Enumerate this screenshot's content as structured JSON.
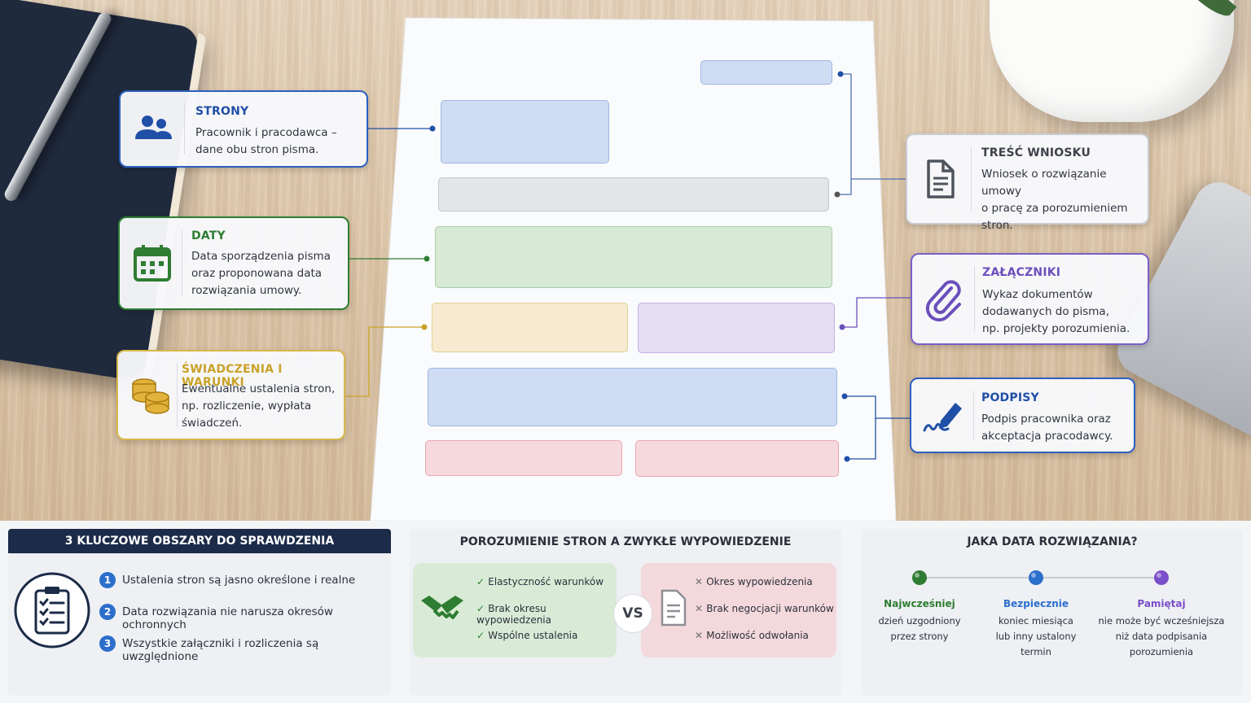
{
  "cards": {
    "strony": {
      "title": "STRONY",
      "desc": [
        "Pracownik i pracodawca –",
        "dane obu stron pisma."
      ],
      "color": "#1f4fa6",
      "icon": "people-icon"
    },
    "daty": {
      "title": "DATY",
      "desc": [
        "Data sporządzenia pisma",
        "oraz proponowana data",
        "rozwiązania umowy."
      ],
      "color": "#2e7d32",
      "icon": "calendar-icon"
    },
    "swiadczenia": {
      "title": "ŚWIADCZENIA I WARUNKI",
      "desc": [
        "Ewentualne ustalenia stron,",
        "np. rozliczenie, wypłata",
        "świadczeń."
      ],
      "color": "#c9a227",
      "icon": "coins-icon"
    },
    "tresc": {
      "title": "TREŚĆ WNIOSKU",
      "desc": [
        "Wniosek o rozwiązanie umowy",
        "o pracę za porozumieniem",
        "stron."
      ],
      "color": "#5a5f68",
      "icon": "document-icon"
    },
    "zalaczniki": {
      "title": "ZAŁĄCZNIKI",
      "desc": [
        "Wykaz dokumentów",
        "dodawanych do pisma,",
        "np. projekty porozumienia."
      ],
      "color": "#6b4fbb",
      "icon": "paperclip-icon"
    },
    "podpisy": {
      "title": "PODPISY",
      "desc": [
        "Podpis pracownika oraz",
        "akceptacja pracodawcy."
      ],
      "color": "#1f4fa6",
      "icon": "signature-icon"
    }
  },
  "checklist": {
    "title": "3 KLUCZOWE OBSZARY DO SPRAWDZENIA",
    "icon": "clipboard-checklist-icon",
    "items": [
      {
        "num": "1",
        "text": "Ustalenia stron są jasno określone i realne"
      },
      {
        "num": "2",
        "text": "Data rozwiązania nie narusza okresów ochronnych"
      },
      {
        "num": "3",
        "text": "Wszystkie załączniki i rozliczenia są uwzględnione"
      }
    ]
  },
  "comparison": {
    "title": "POROZUMIENIE STRON A ZWYKŁE WYPOWIEDZENIE",
    "vs": "VS",
    "left": {
      "icon": "handshake-icon",
      "items": [
        "Elastyczność warunków",
        "Brak okresu wypowiedzenia",
        "Wspólne ustalenia"
      ]
    },
    "right": {
      "icon": "document-icon",
      "items": [
        "Okres wypowiedzenia",
        "Brak negocjacji warunków",
        "Możliwość odwołania"
      ]
    }
  },
  "timeline": {
    "title": "JAKA DATA ROZWIĄZANIA?",
    "points": [
      {
        "label": "Najwcześniej",
        "color": "#2e7d32",
        "desc": [
          "dzień uzgodniony",
          "przez strony"
        ]
      },
      {
        "label": "Bezpiecznie",
        "color": "#2c6ecb",
        "desc": [
          "koniec miesiąca",
          "lub inny ustalony",
          "termin"
        ]
      },
      {
        "label": "Pamiętaj",
        "color": "#7b4fc9",
        "desc": [
          "nie może być wcześniejsza",
          "niż data podpisania",
          "porozumienia"
        ]
      }
    ]
  }
}
